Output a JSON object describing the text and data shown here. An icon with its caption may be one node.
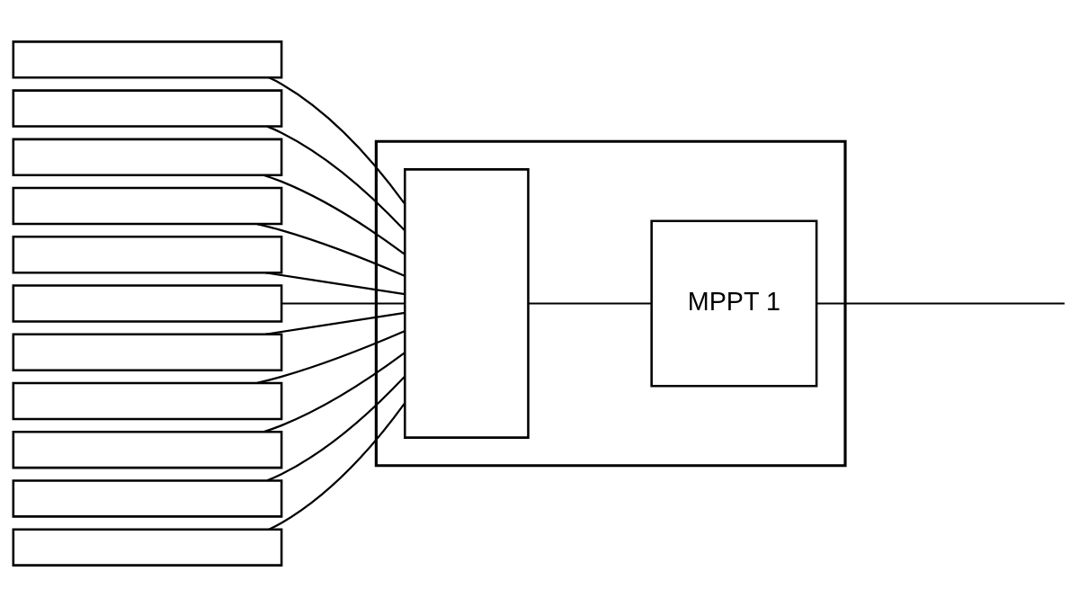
{
  "diagram": {
    "nodes": [
      {
        "text": [],
        "shape": "box"
      },
      {
        "text": [],
        "shape": "box"
      },
      {
        "text": [],
        "shape": "box"
      },
      {
        "text": [],
        "shape": "box"
      },
      {
        "text": [],
        "shape": "box"
      },
      {
        "text": [],
        "shape": "box"
      },
      {
        "text": [],
        "shape": "box"
      },
      {
        "text": [],
        "shape": "box"
      },
      {
        "text": [],
        "shape": "box"
      },
      {
        "text": [],
        "shape": "box"
      },
      {
        "text": [],
        "shape": "box"
      },
      {
        "text": [],
        "shape": "box"
      },
      {
        "text": [],
        "shape": "box",
        "in": 11
      },
      {
        "text": [
          "MPPT 1"
        ],
        "in": 11
      }
    ],
    "edges": [
      {
        "from": 0,
        "to": 12,
        "arrow": "none"
      },
      {
        "from": 1,
        "to": 12,
        "arrow": "none"
      },
      {
        "from": 2,
        "to": 12,
        "arrow": "none"
      },
      {
        "from": 3,
        "to": 12,
        "arrow": "none"
      },
      {
        "from": 4,
        "to": 12,
        "arrow": "none"
      },
      {
        "from": 5,
        "to": 12,
        "arrow": "none"
      },
      {
        "from": 6,
        "to": 12,
        "arrow": "none"
      },
      {
        "from": 7,
        "to": 12,
        "arrow": "none"
      },
      {
        "from": 8,
        "to": 12,
        "arrow": "none"
      },
      {
        "from": 9,
        "to": 12,
        "arrow": "none"
      },
      {
        "from": 10,
        "to": 12,
        "arrow": "none"
      },
      {
        "from": 12,
        "to": 13,
        "arrow": "none"
      },
      {
        "from": 13,
        "to": null,
        "arrow": "none"
      }
    ]
  }
}
